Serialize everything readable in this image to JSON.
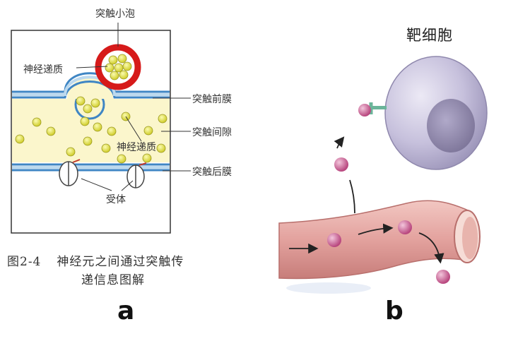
{
  "panel_a": {
    "labels": {
      "vesicle": "突触小泡",
      "transmitter_top": "神经递质",
      "presynaptic_membrane": "突触前膜",
      "cleft": "突触间隙",
      "transmitter_mid": "神经递质",
      "postsynaptic_membrane": "突触后膜",
      "receptor": "受体"
    },
    "caption": {
      "figure_number": "图2-4",
      "line1": "神经元之间通过突触传",
      "line2": "递信息图解"
    },
    "letter": "a"
  },
  "panel_b": {
    "title": "靶细胞",
    "letter": "b"
  },
  "colors": {
    "membrane_blue": "#3f86c4",
    "cleft_fill": "#fbf6cc",
    "vesicle_red": "#d61a1a",
    "transmitter_yellow": "#e8e64a",
    "vessel_pink": "#e3a29e",
    "cell_lilac": "#c6c0dc",
    "hormone_magenta": "#cc5f96"
  }
}
